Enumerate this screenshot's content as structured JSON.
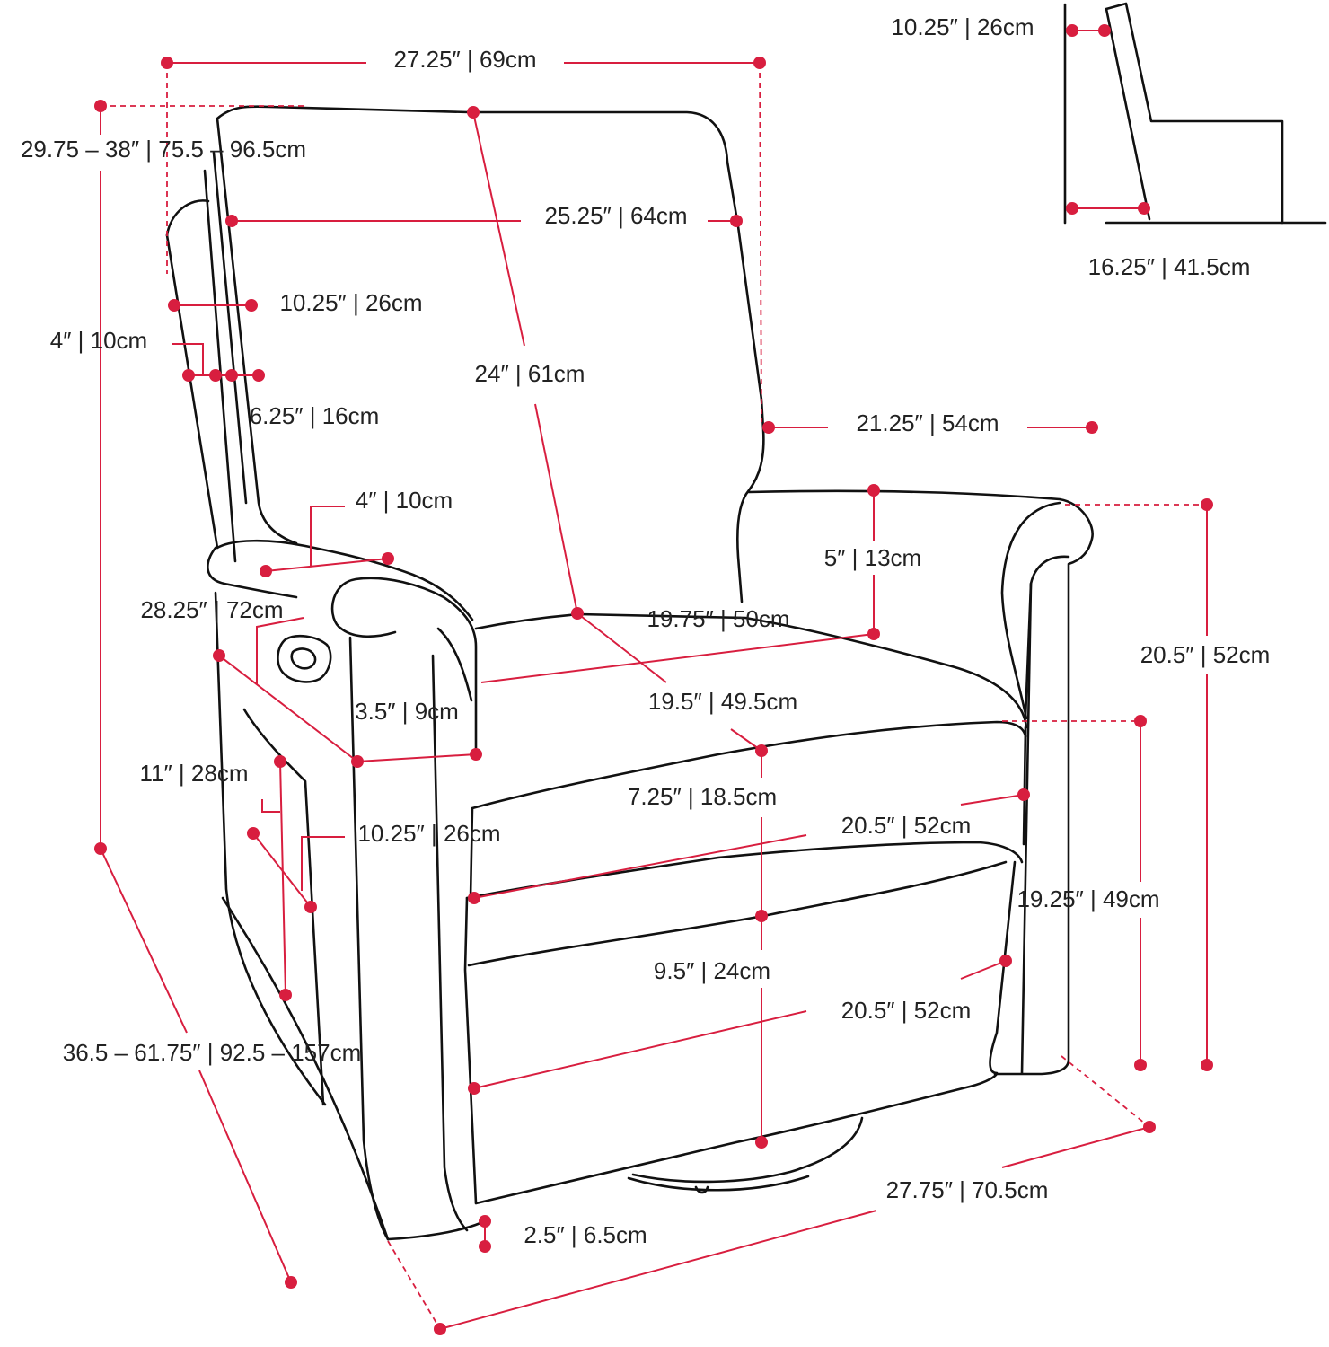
{
  "colors": {
    "outline": "#111111",
    "dimension": "#d81e3f",
    "background": "#ffffff"
  },
  "dimensions": {
    "overall_width": "27.25″ | 69cm",
    "back_height": "29.75 – 38″ | 75.5 – 96.5cm",
    "inner_back_width": "25.25″ | 64cm",
    "back_depth": "10.25″ | 26cm",
    "back_thickness_4": "4″ | 10cm",
    "back_thickness_6": "6.25″ | 16cm",
    "back_diagonal": "24″ | 61cm",
    "side_depth": "21.25″ | 54cm",
    "arm_top_width": "4″ | 10cm",
    "armrest_height": "5″ | 13cm",
    "reclined_arm_length": "28.25″ | 72cm",
    "seat_width": "19.75″ | 50cm",
    "seat_depth": "19.5″ | 49.5cm",
    "arm_thickness": "3.5″ | 9cm",
    "footrest_drop": "11″ | 28cm",
    "seat_cushion": "7.25″ | 18.5cm",
    "footrest_depth": "10.25″ | 26cm",
    "footrest_width": "20.5″ | 52cm",
    "seat_height": "19.25″ | 49cm",
    "front_height": "9.5″ | 24cm",
    "base_width": "20.5″ | 52cm",
    "arm_height": "20.5″ | 52cm",
    "reclined_length": "36.5 – 61.75″ | 92.5 – 157cm",
    "overall_depth": "27.75″ | 70.5cm",
    "base_clearance": "2.5″ | 6.5cm",
    "side_recline_gap": "10.25″ | 26cm",
    "side_seat_depth": "16.25″ | 41.5cm"
  }
}
